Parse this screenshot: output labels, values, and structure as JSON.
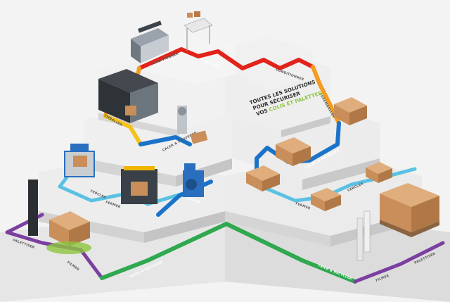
{
  "slogan": {
    "line1": "TOUTES LES SOLUTIONS",
    "line2": "POUR SÉCURISER",
    "line3_prefix": "VOS ",
    "line3_highlight": "COLIS ET PALETTES"
  },
  "labels": {
    "conditionner_left": "CONDITIONNER",
    "emballer": "EMBALLER",
    "conditionner_right": "CONDITIONNER",
    "suremballer": "SUREMBALLER",
    "caler_right": "CALER & PROTÉGER",
    "caler_left": "CALER & PROTÉGER",
    "emballer_left": "EMBALLER",
    "cercler_left": "CERCLER",
    "fermer_left": "FERMER",
    "coller": "COLLER",
    "fermer_right": "FERMER",
    "cercler_right": "CERCLER",
    "palettiser_left": "PALETTISER",
    "filmer_left": "FILMER",
    "trier_left": "TRIER & RECYCLER",
    "trier_right": "TRIER & RECYCLER",
    "filmer_right": "FILMER",
    "palettiser_right": "PALETTISER"
  },
  "colors": {
    "background": "#f3f3f3",
    "wall_light": "#ececec",
    "wall_mid": "#d9d9d9",
    "wall_dark": "#c6c6c6",
    "red": "#e2231a",
    "orange": "#f39c1f",
    "yellow": "#f6c21c",
    "blue": "#1b73c9",
    "cyan": "#5bc1e3",
    "purple": "#7b3fa0",
    "green": "#2fa84f",
    "cardboard": "#c98e5a"
  }
}
